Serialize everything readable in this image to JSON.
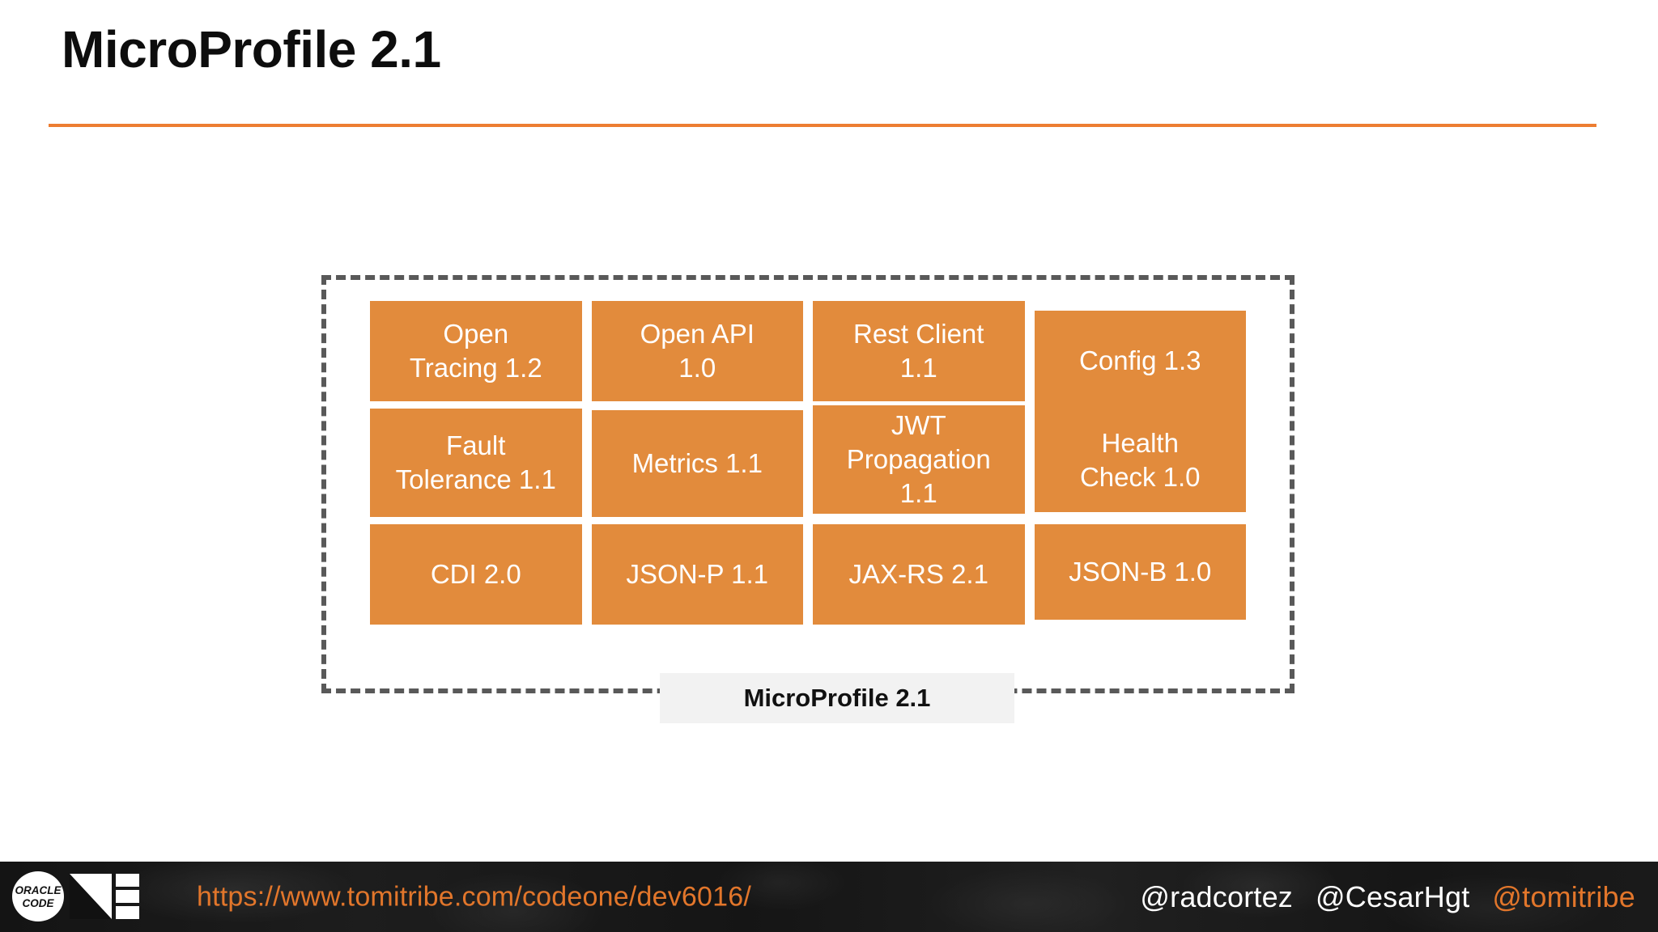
{
  "slide": {
    "title": "MicroProfile 2.1",
    "accent_color": "#ED7D31",
    "box_color": "#E28B3C",
    "border_color": "#595959",
    "label_bg": "#F2F2F2"
  },
  "diagram": {
    "label": "MicroProfile 2.1",
    "rows": [
      [
        {
          "name": "Open\nTracing 1.2",
          "line1": "Open",
          "line2": "Tracing 1.2"
        },
        {
          "name": "Open API\n1.0",
          "line1": "Open API",
          "line2": "1.0"
        },
        {
          "name": "Rest Client\n1.1",
          "line1": "Rest Client",
          "line2": "1.1"
        },
        {
          "name": "Config 1.3",
          "line1": "Config 1.3",
          "line2": ""
        }
      ],
      [
        {
          "name": "Fault\nTolerance 1.1",
          "line1": "Fault",
          "line2": "Tolerance 1.1"
        },
        {
          "name": "Metrics 1.1",
          "line1": "Metrics 1.1",
          "line2": ""
        },
        {
          "name": "JWT\nPropagation\n1.1",
          "line1": "JWT",
          "line2": "Propagation",
          "line3": "1.1"
        },
        {
          "name": "Health\nCheck 1.0",
          "line1": "Health",
          "line2": "Check 1.0"
        }
      ],
      [
        {
          "name": "CDI 2.0",
          "line1": "CDI 2.0",
          "line2": ""
        },
        {
          "name": "JSON-P 1.1",
          "line1": "JSON-P 1.1",
          "line2": ""
        },
        {
          "name": "JAX-RS 2.1",
          "line1": "JAX-RS 2.1",
          "line2": ""
        },
        {
          "name": "JSON-B 1.0",
          "line1": "JSON-B 1.0",
          "line2": ""
        }
      ]
    ]
  },
  "footer": {
    "logo_text_line1": "ORACLE",
    "logo_text_line2": "CODE",
    "logo_name": "oracle-code-one-logo",
    "url": "https://www.tomitribe.com/codeone/dev6016/",
    "url_color": "#E2762B",
    "handles": [
      {
        "text": "@radcortez",
        "color": "#ffffff"
      },
      {
        "text": "@CesarHgt",
        "color": "#ffffff"
      },
      {
        "text": "@tomitribe",
        "color": "#E2762B"
      }
    ]
  }
}
